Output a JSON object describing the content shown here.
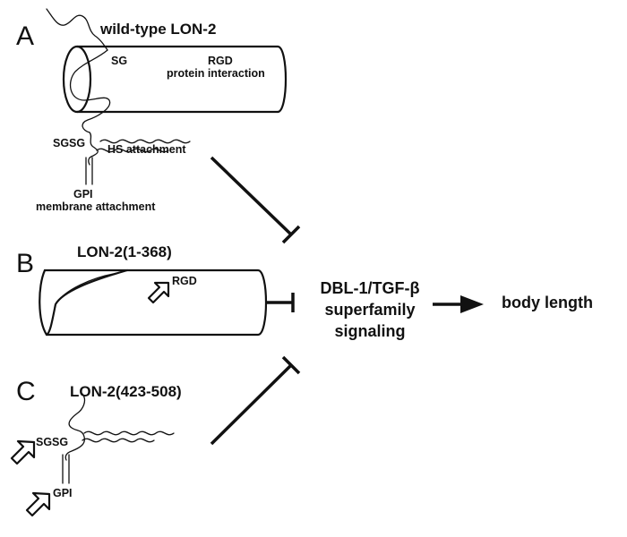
{
  "panels": {
    "a": {
      "letter": "A",
      "title": "wild-type LON-2",
      "labels": {
        "sg": "SG",
        "rgd": "RGD",
        "protein_interaction": "protein interaction",
        "sgsg": "SGSG",
        "hs_attachment": "HS attachment",
        "gpi": "GPI",
        "membrane_attachment": "membrane attachment"
      }
    },
    "b": {
      "letter": "B",
      "title": "LON-2(1-368)",
      "labels": {
        "rgd": "RGD"
      }
    },
    "c": {
      "letter": "C",
      "title": "LON-2(423-508)",
      "labels": {
        "sgsg": "SGSG",
        "gpi": "GPI"
      }
    }
  },
  "pathway": {
    "target_line1": "DBL-1/TGF-β",
    "target_line2": "superfamily",
    "target_line3": "signaling",
    "output": "body length"
  }
}
